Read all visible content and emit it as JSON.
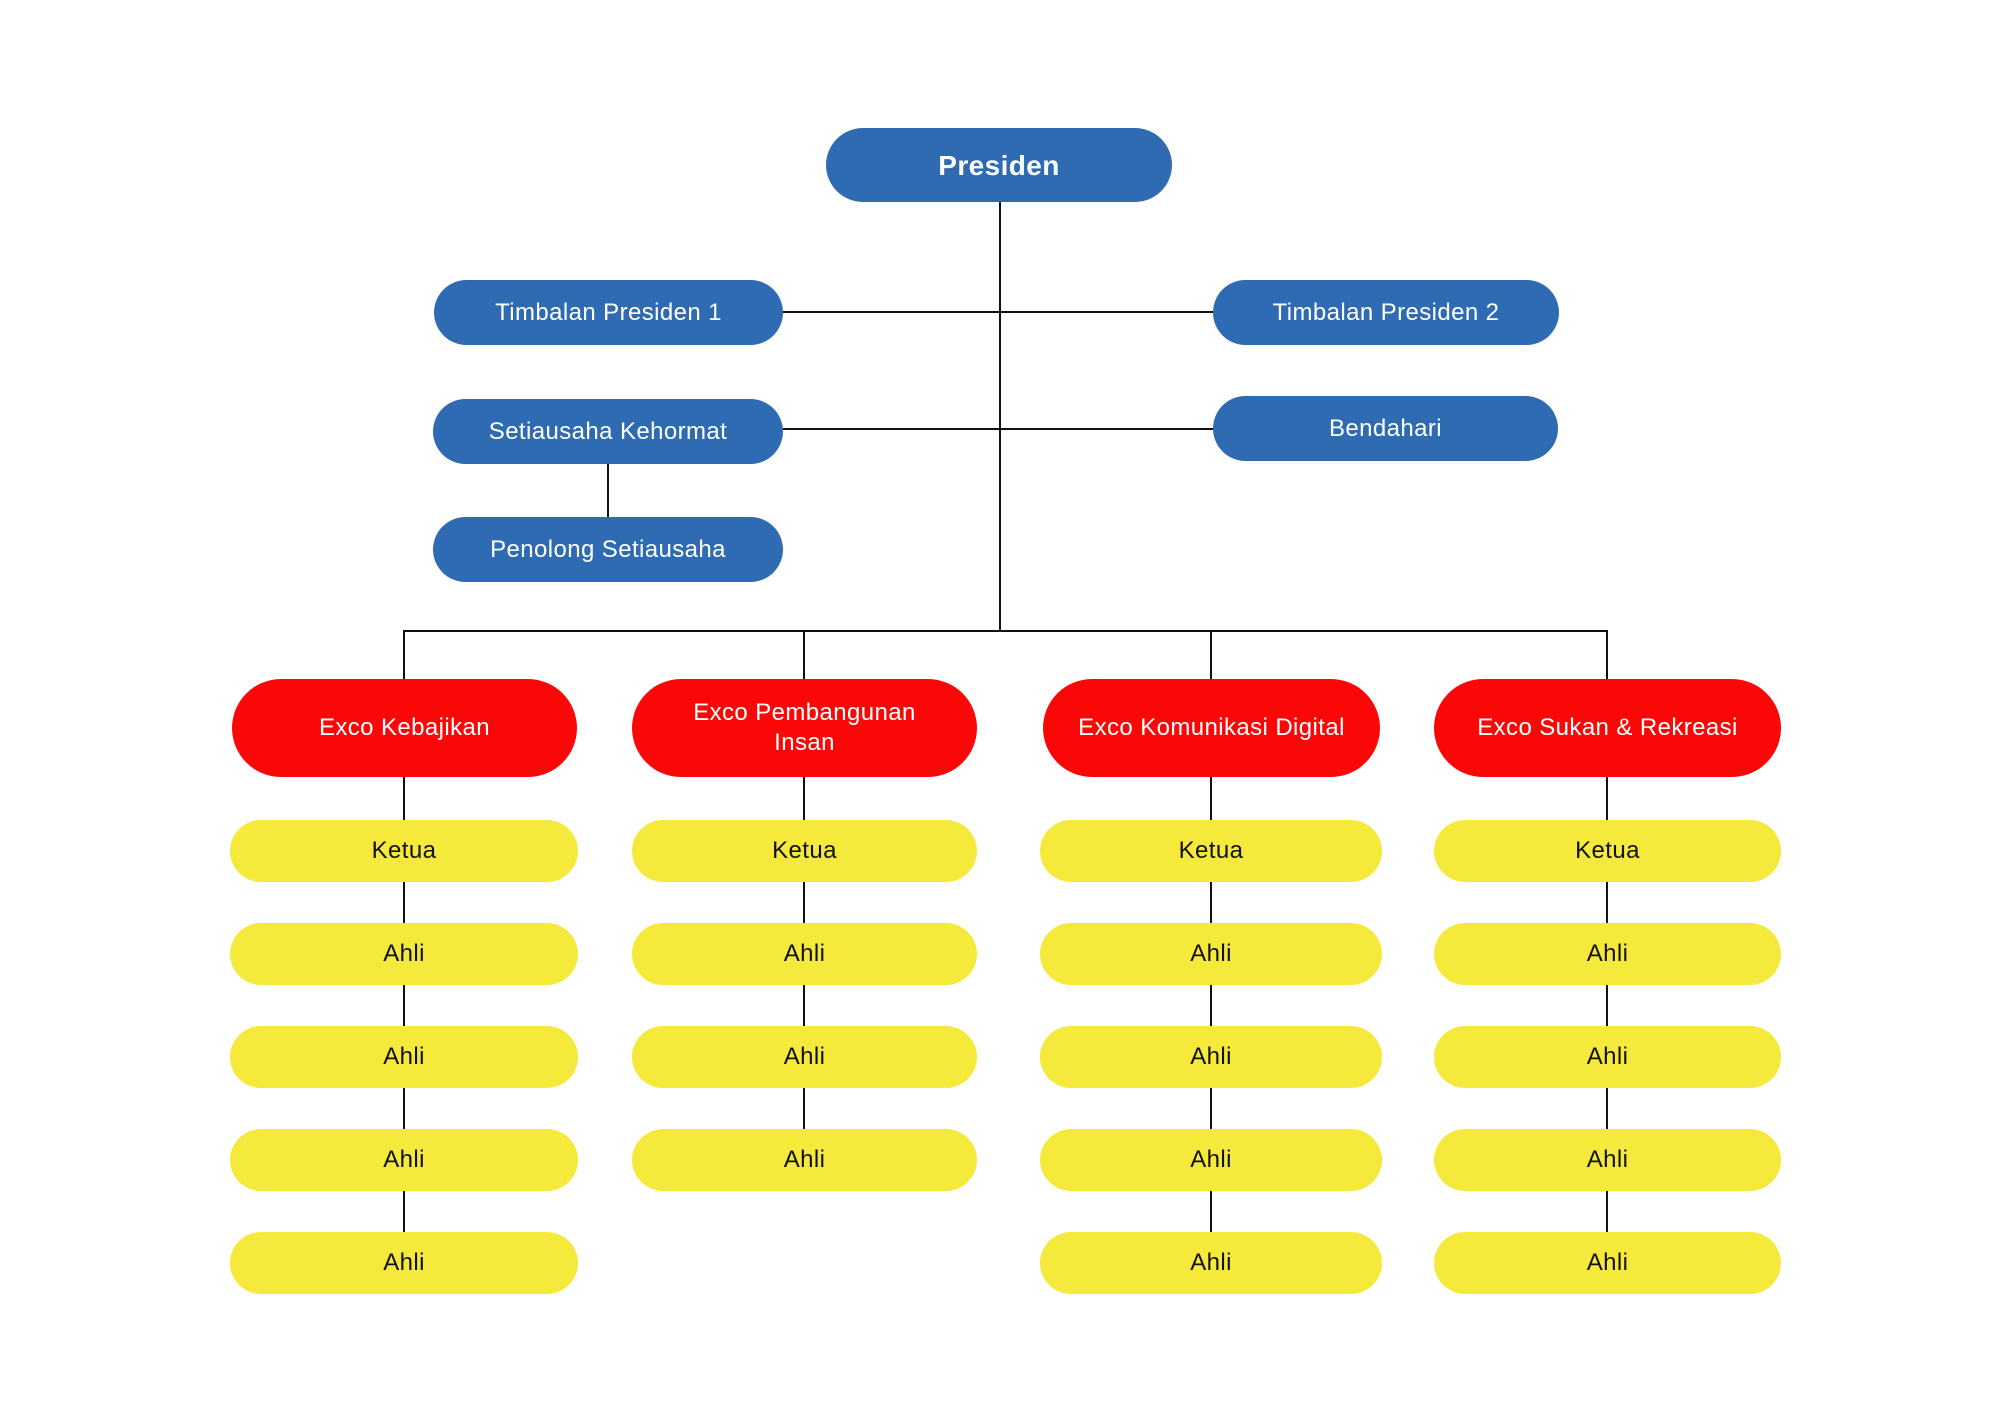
{
  "colors": {
    "background": "#ffffff",
    "blue": "#2e6bb2",
    "red": "#fa0808",
    "yellow": "#f5e93c",
    "line": "#111111",
    "text_on_dark": "#ffffff",
    "text_on_yellow": "#111111"
  },
  "top_nodes": {
    "presiden": "Presiden",
    "timbalan1": "Timbalan Presiden 1",
    "timbalan2": "Timbalan Presiden 2",
    "setiausaha": "Setiausaha Kehormat",
    "bendahari": "Bendahari",
    "penolong": "Penolong Setiausaha"
  },
  "columns": [
    {
      "exco": "Exco Kebajikan",
      "members": [
        "Ketua",
        "Ahli",
        "Ahli",
        "Ahli",
        "Ahli"
      ]
    },
    {
      "exco": "Exco Pembangunan Insan",
      "members": [
        "Ketua",
        "Ahli",
        "Ahli",
        "Ahli"
      ]
    },
    {
      "exco": "Exco Komunikasi Digital",
      "members": [
        "Ketua",
        "Ahli",
        "Ahli",
        "Ahli",
        "Ahli"
      ]
    },
    {
      "exco": "Exco Sukan & Rekreasi",
      "members": [
        "Ketua",
        "Ahli",
        "Ahli",
        "Ahli",
        "Ahli"
      ]
    }
  ]
}
